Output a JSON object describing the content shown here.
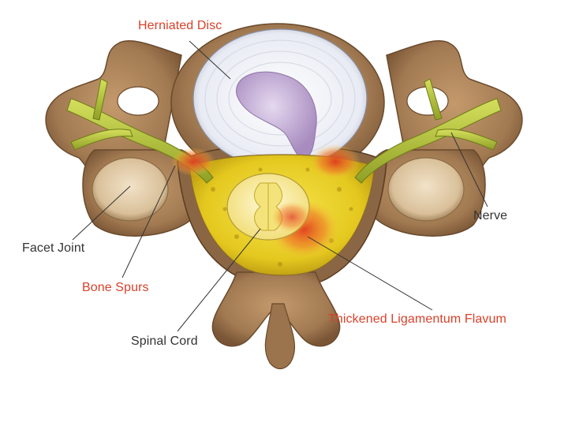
{
  "labels": {
    "herniated_disc": "Herniated Disc",
    "nerve": "Nerve",
    "facet_joint": "Facet Joint",
    "bone_spurs": "Bone Spurs",
    "thickened_ligamentum_flavum": "Thickened Ligamentum Flavum",
    "spinal_cord": "Spinal Cord"
  },
  "colors": {
    "label_red": "#d9412a",
    "label_dark": "#333333",
    "bone": "#a27a52",
    "disc": "#eef0f6",
    "nucleus": "#c9b3d9",
    "nerve": "#b3c23a",
    "canal_yellow": "#e4c81f",
    "inflammation": "#e0381f"
  }
}
